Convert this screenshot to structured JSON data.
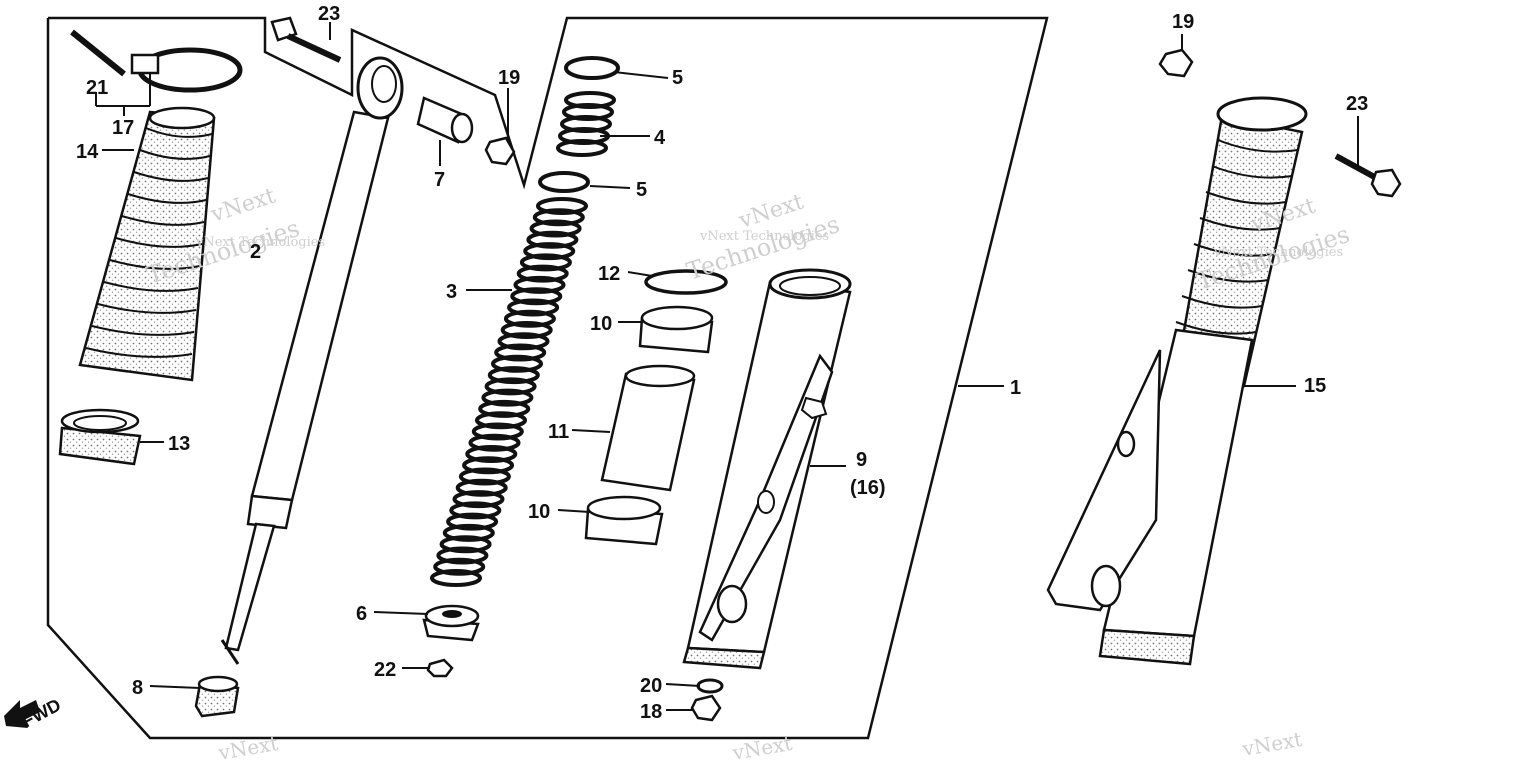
{
  "callouts": {
    "c1": "1",
    "c3": "3",
    "c4": "4",
    "c5a": "5",
    "c5b": "5",
    "c6": "6",
    "c7": "7",
    "c8": "8",
    "c9": "9",
    "c9sub": "(16)",
    "c10a": "10",
    "c10b": "10",
    "c11": "11",
    "c12": "12",
    "c13": "13",
    "c14": "14",
    "c15": "15",
    "c17": "17",
    "c18": "18",
    "c19a": "19",
    "c19b": "19",
    "c20": "20",
    "c21": "21",
    "c22": "22",
    "c23a": "23",
    "c23b": "23",
    "c2": "2"
  },
  "fwd_label": "FWD",
  "watermark": {
    "line1": "vNext",
    "line2": "Technologies",
    "line3": "vNext Technologies"
  }
}
